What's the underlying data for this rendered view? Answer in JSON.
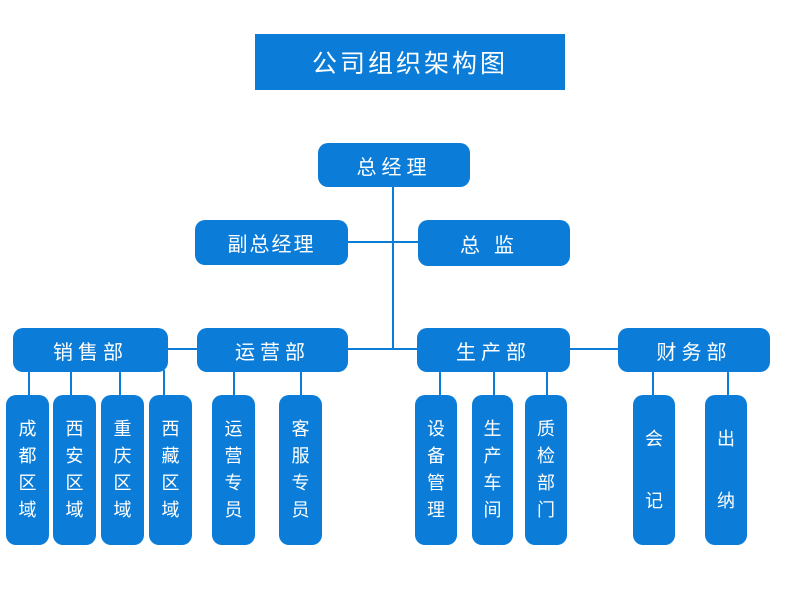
{
  "title": "公司组织架构图",
  "colors": {
    "node_blue": "#0b7dd8",
    "text_white": "#ffffff",
    "canvas_bg": "#ffffff"
  },
  "org": {
    "root": {
      "label": "总经理"
    },
    "level2": [
      {
        "label": "副总经理"
      },
      {
        "label": "总监"
      }
    ],
    "departments": [
      {
        "label": "销售部",
        "children": [
          "成都区域",
          "西安区域",
          "重庆区域",
          "西藏区域"
        ]
      },
      {
        "label": "运营部",
        "children": [
          "运营专员",
          "客服专员"
        ]
      },
      {
        "label": "生产部",
        "children": [
          "设备管理",
          "生产车间",
          "质检部门"
        ]
      },
      {
        "label": "财务部",
        "children": [
          "会记",
          "出纳"
        ]
      }
    ]
  }
}
